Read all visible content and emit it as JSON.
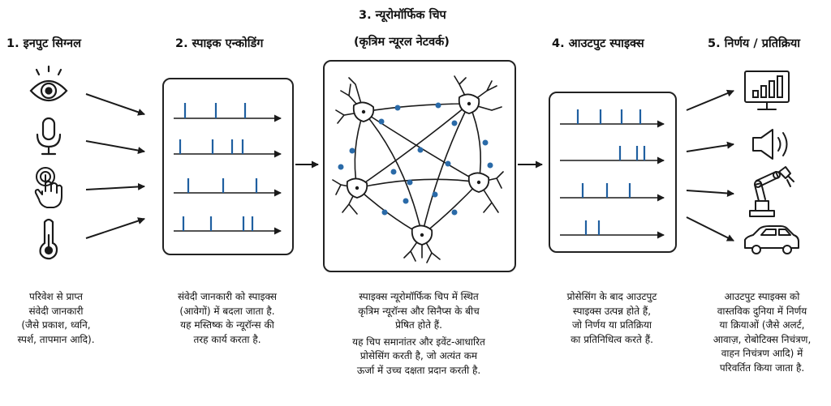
{
  "stages": {
    "input": {
      "title": "1. इनपुट सिग्नल",
      "description": [
        "परिवेश से प्राप्त",
        "संवेदी जानकारी",
        "(जैसे प्रकाश, ध्वनि,",
        "स्पर्श, तापमान आदि)."
      ],
      "icons": [
        "eye-icon",
        "microphone-icon",
        "touch-hand-icon",
        "thermometer-icon"
      ]
    },
    "encoding": {
      "title": "2. स्पाइक एन्कोडिंग",
      "description": [
        "संवेदी जानकारी को स्पाइक्स",
        "(आवेगों) में बदला जाता है.",
        "यह मस्तिष्क के न्यूरॉन्स की",
        "तरह कार्य करता है."
      ]
    },
    "chip": {
      "title_line1": "3. न्यूरोमॉर्फिक चिप",
      "title_line2": "(कृत्रिम न्यूरल नेटवर्क)",
      "description": [
        "स्पाइक्स न्यूरोमॉर्फिक चिप में स्थित",
        "कृत्रिम न्यूरॉन्स और सिनैप्स के बीच",
        "प्रेषित होते हैं.",
        "यह चिप समानांतर और इवेंट-आधारित",
        "प्रोसेसिंग करती है, जो अत्यंत कम",
        "ऊर्जा में उच्च दक्षता प्रदान करती है."
      ]
    },
    "output": {
      "title": "4. आउटपुट स्पाइक्स",
      "description": [
        "प्रोसेसिंग के बाद आउटपुट",
        "स्पाइक्स उत्पन्न होते हैं,",
        "जो निर्णय या प्रतिक्रिया",
        "का प्रतिनिधित्व करते हैं."
      ]
    },
    "decision": {
      "title": "5. निर्णय / प्रतिक्रिया",
      "description": [
        "आउटपुट स्पाइक्स को",
        "वास्तविक दुनिया में निर्णय",
        "या क्रियाओं (जैसे अलर्ट,",
        "आवाज़, रोबोटिक्स निचंत्रण,",
        "वाहन निचंत्रण आदि) में",
        "परिवर्तित किया जाता है."
      ],
      "icons": [
        "monitor-chart-icon",
        "speaker-icon",
        "robot-arm-icon",
        "car-icon"
      ]
    }
  },
  "colors": {
    "spike": "#1f5fa0",
    "node": "#2a6aa8",
    "line": "#1a1a1a"
  }
}
